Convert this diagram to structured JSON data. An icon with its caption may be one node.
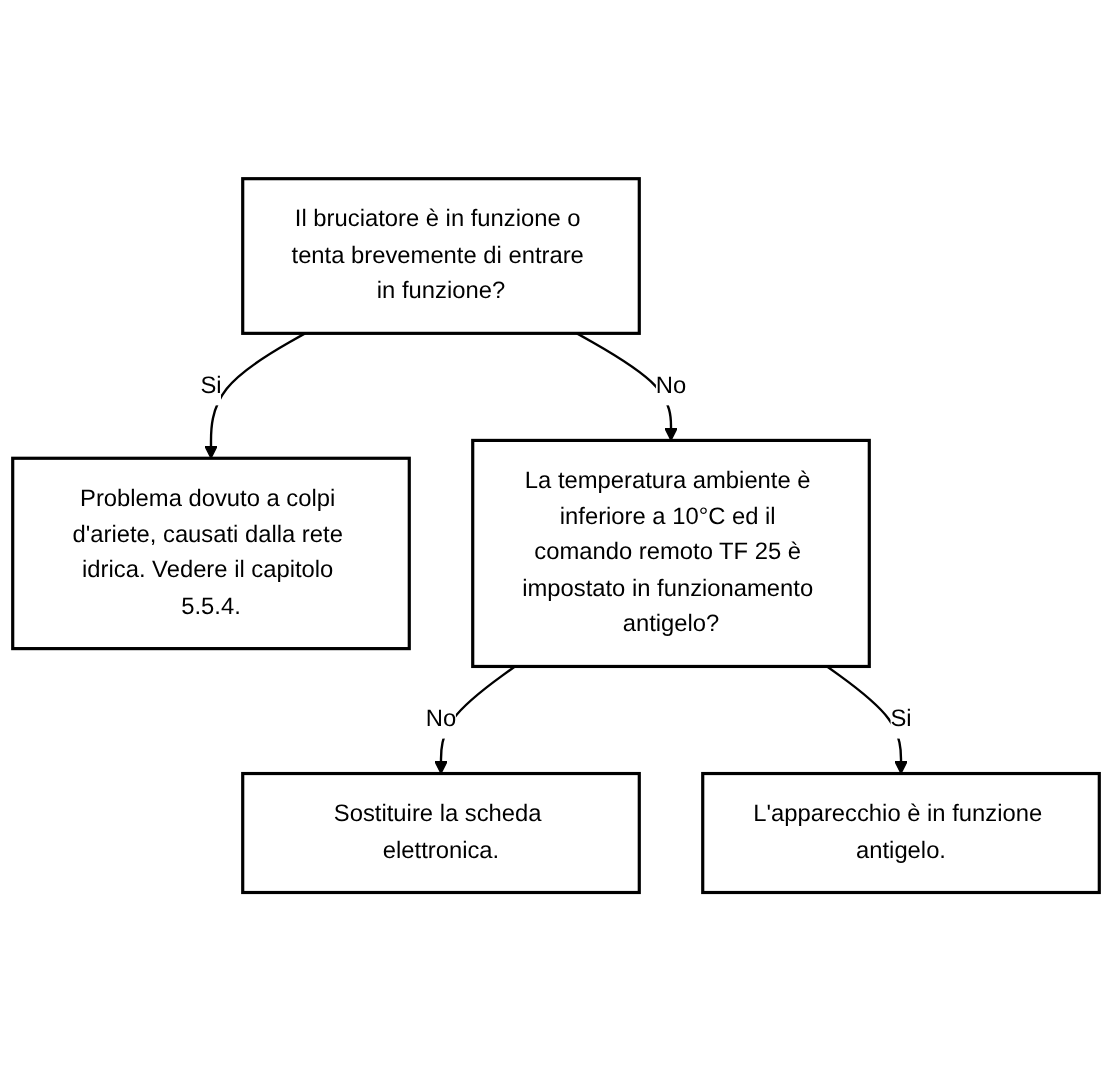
{
  "diagram": {
    "nodes": [
      {
        "text": [
          "Il bruciatore è in funzione o tenta brevemente di entrare in funzione?"
        ]
      },
      {
        "text": [
          "Problema dovuto a colpi d'ariete, causati dalla rete idrica. Vedere il capitolo 5.5.4."
        ]
      },
      {
        "text": [
          "La temperatura ambiente è inferiore a 10°C ed il comando remoto TF 25 è impostato in funzionamento antigelo?"
        ]
      },
      {
        "text": [
          "Sostituire la scheda elettronica."
        ]
      },
      {
        "text": [
          "L'apparecchio è in funzione antigelo."
        ]
      }
    ],
    "edges": [
      {
        "from": 0,
        "to": 1,
        "arrow": "to",
        "label": "Si"
      },
      {
        "from": 0,
        "to": 2,
        "arrow": "to",
        "label": "No"
      },
      {
        "from": 2,
        "to": 3,
        "arrow": "to",
        "label": "No"
      },
      {
        "from": 2,
        "to": 4,
        "arrow": "to",
        "label": "Si"
      }
    ]
  }
}
